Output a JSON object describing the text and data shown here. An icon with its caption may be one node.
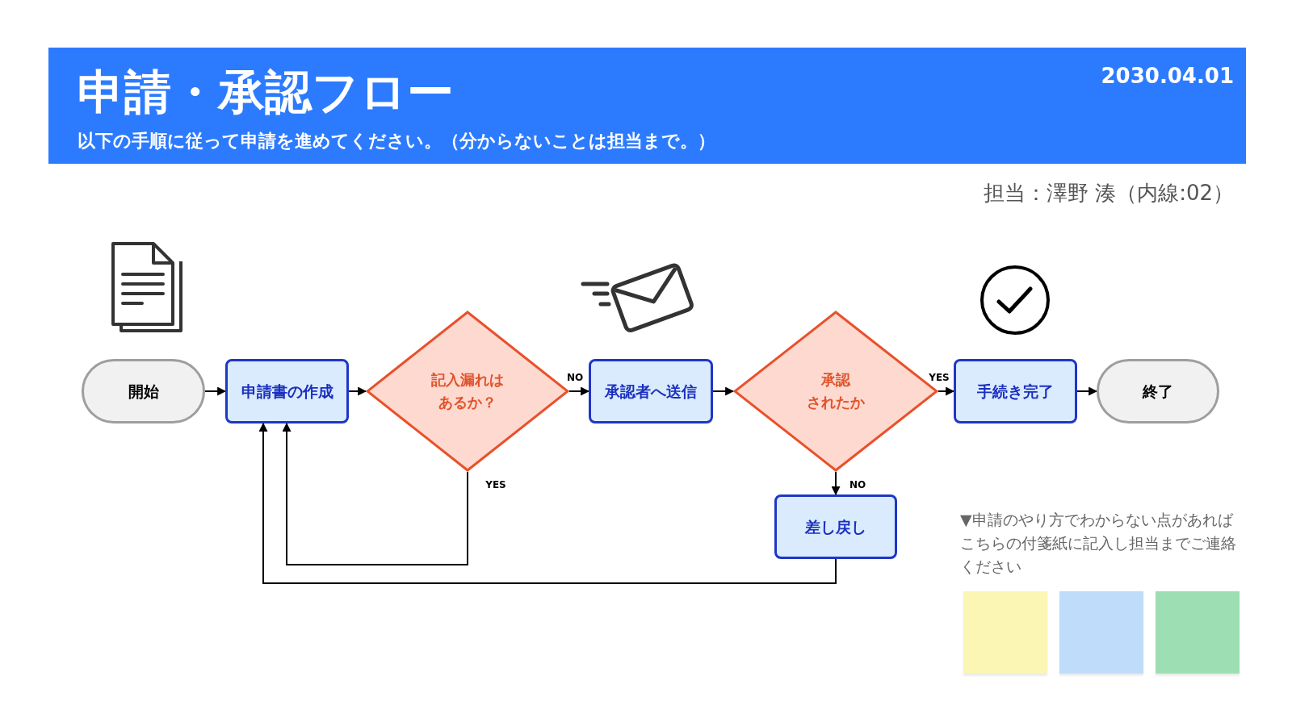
{
  "diagram": {
    "title": "申請・承認フロー",
    "nodes": [
      {
        "text": [
          "開始"
        ]
      },
      {
        "text": [
          "申請書の作成"
        ]
      },
      {
        "text": [
          "記入漏れは",
          "あるか？"
        ]
      },
      {
        "text": [
          "承認者へ送信"
        ]
      },
      {
        "text": [
          "承認",
          "されたか"
        ]
      },
      {
        "text": [
          "手続き完了"
        ]
      },
      {
        "text": [
          "終了"
        ]
      },
      {
        "text": [
          "差し戻し"
        ]
      },
      {
        "text": [],
        "shape": "box"
      },
      {
        "text": [],
        "shape": "box"
      },
      {
        "text": [],
        "shape": "box"
      }
    ],
    "edges": [
      {
        "from": 0,
        "to": 1,
        "arrow": "to"
      },
      {
        "from": 1,
        "to": 2,
        "arrow": "to"
      },
      {
        "from": 2,
        "to": 3,
        "arrow": "to",
        "label": "NO"
      },
      {
        "from": 3,
        "to": 4,
        "arrow": "to"
      },
      {
        "from": 4,
        "to": 5,
        "arrow": "to",
        "label": "YES"
      },
      {
        "from": 5,
        "to": 6,
        "arrow": "to"
      },
      {
        "from": 4,
        "to": 7,
        "arrow": "to",
        "label": "NO"
      },
      {
        "from": 2,
        "to": 1,
        "arrow": "to",
        "label": "YES"
      },
      {
        "from": 7,
        "to": 1,
        "arrow": "to"
      }
    ],
    "labels": [
      "2030.04.01",
      "以下の手順に従って申請を進めてください。（分からないことは担当まで。）",
      "担当：澤野 湊（内線:02）",
      "▼申請のやり方でわからない点があればこちらの付箋紙に記入し担当までご連絡ください"
    ]
  }
}
